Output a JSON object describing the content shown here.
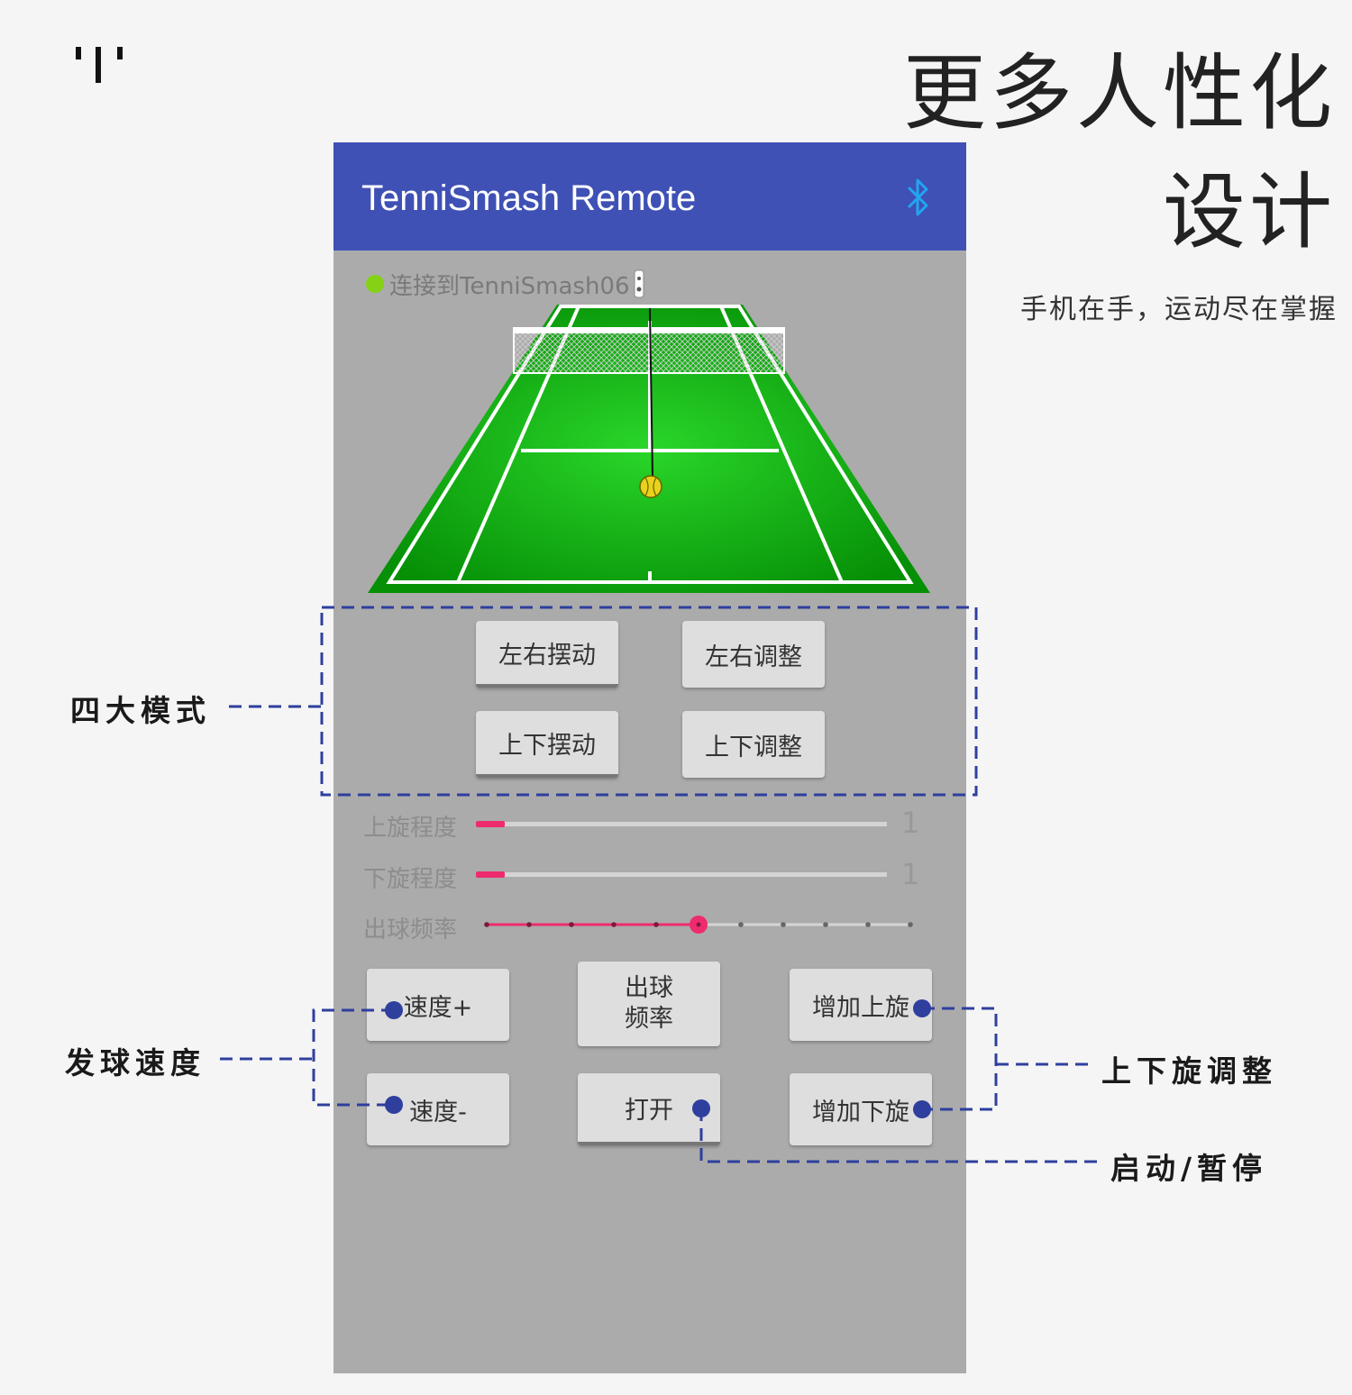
{
  "headline": {
    "line1": "更多人性化",
    "line2": "设计"
  },
  "tagline": "手机在手，运动尽在掌握",
  "app": {
    "title": "TenniSmash Remote",
    "connection_status": "连接到TenniSmash06",
    "modes": {
      "swing_lr": "左右摆动",
      "adjust_lr": "左右调整",
      "swing_ud": "上下摆动",
      "adjust_ud": "上下调整"
    },
    "sliders": {
      "topspin": {
        "label": "上旋程度",
        "value": "1",
        "level": 0.07
      },
      "backspin": {
        "label": "下旋程度",
        "value": "1",
        "level": 0.07
      },
      "frequency": {
        "label": "出球频率",
        "step": 5,
        "steps": 10
      }
    },
    "controls": {
      "speed_up": "速度+",
      "speed_down": "速度-",
      "freq_line1": "出球",
      "freq_line2": "频率",
      "open": "打开",
      "add_topspin": "增加上旋",
      "add_backspin": "增加下旋"
    }
  },
  "annotations": {
    "four_modes": "四大模式",
    "serve_speed": "发球速度",
    "spin_adjust": "上下旋调整",
    "start_pause": "启动/暂停"
  },
  "colors": {
    "appbar": "#3f51b5",
    "accent": "#ee2b6f",
    "annotation": "#2f3f9e",
    "court": "#0b9a0b"
  }
}
